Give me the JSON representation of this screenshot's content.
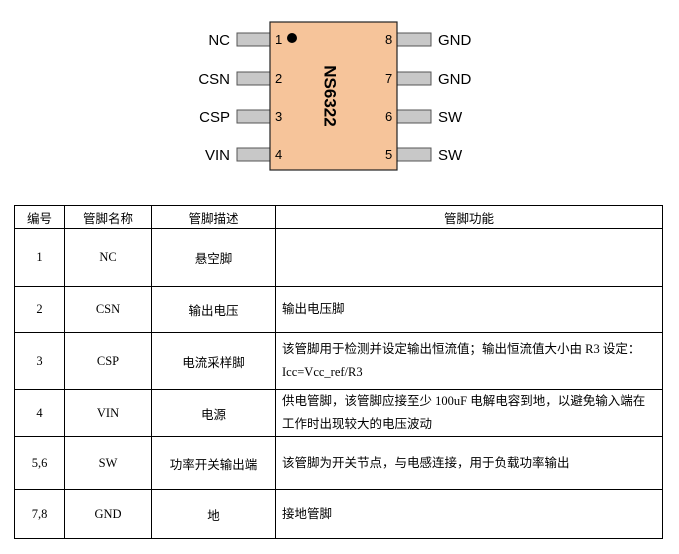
{
  "chip": {
    "name": "NS6322",
    "body_color": "#f6c49a",
    "pin_color": "#c8c8c8",
    "dot": "pin-1-dot",
    "pins_left": [
      {
        "num": "1",
        "label": "NC"
      },
      {
        "num": "2",
        "label": "CSN"
      },
      {
        "num": "3",
        "label": "CSP"
      },
      {
        "num": "4",
        "label": "VIN"
      }
    ],
    "pins_right": [
      {
        "num": "8",
        "label": "GND"
      },
      {
        "num": "7",
        "label": "GND"
      },
      {
        "num": "6",
        "label": "SW"
      },
      {
        "num": "5",
        "label": "SW"
      }
    ]
  },
  "table": {
    "headers": [
      "编号",
      "管脚名称",
      "管脚描述",
      "管脚功能"
    ],
    "rows": [
      {
        "num": "1",
        "name": "NC",
        "desc": "悬空脚",
        "func": ""
      },
      {
        "num": "2",
        "name": "CSN",
        "desc": "输出电压",
        "func": "输出电压脚"
      },
      {
        "num": "3",
        "name": "CSP",
        "desc": "电流采样脚",
        "func": "该管脚用于检测并设定输出恒流值；输出恒流值大小由 R3 设定：Icc=Vcc_ref/R3"
      },
      {
        "num": "4",
        "name": "VIN",
        "desc": "电源",
        "func": "供电管脚，该管脚应接至少 100uF 电解电容到地，以避免输入端在工作时出现较大的电压波动"
      },
      {
        "num": "5,6",
        "name": "SW",
        "desc": "功率开关输出端",
        "func": "该管脚为开关节点，与电感连接，用于负载功率输出"
      },
      {
        "num": "7,8",
        "name": "GND",
        "desc": "地",
        "func": "接地管脚"
      }
    ]
  }
}
